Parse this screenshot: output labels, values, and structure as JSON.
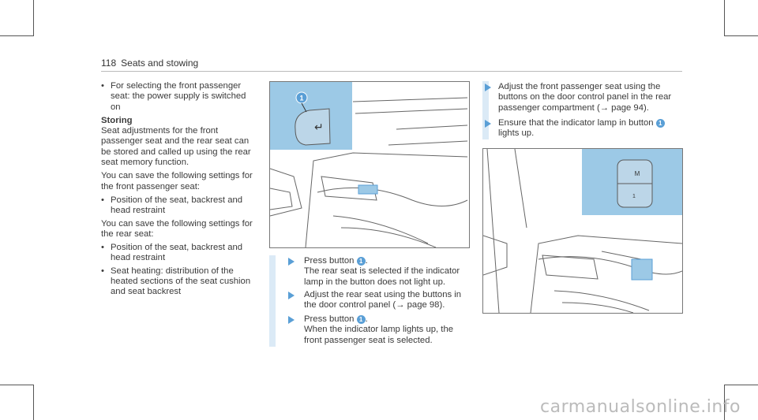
{
  "header": {
    "page_number": "118",
    "section_title": "Seats and stowing"
  },
  "left_column": {
    "intro_bullet": "For selecting the front passenger seat: the power supply is switched on",
    "heading": "Storing",
    "para1": "Seat adjustments for the front passenger seat and the rear seat can be stored and called up using the rear seat memory function.",
    "para2": "You can save the following settings for the front passenger seat:",
    "front_bullets": [
      "Position of the seat, backrest and head restraint"
    ],
    "para3": "You can save the following settings for the rear seat:",
    "rear_bullets": [
      "Position of the seat, backrest and head restraint",
      "Seat heating: distribution of the heated sections of the seat cushion and seat backrest"
    ]
  },
  "middle_column": {
    "figure_callout": "1",
    "steps": [
      {
        "pre": "Press button",
        "num": "1",
        "post": ".",
        "text": "The rear seat is selected if the indicator lamp in the button does not light up."
      },
      {
        "text": "Adjust the rear seat using the buttons in the door control panel (",
        "ref": "page 98",
        "end": ")."
      },
      {
        "pre": "Press button",
        "num": "1",
        "post": ".",
        "text": "When the indicator lamp lights up, the front passenger seat is selected."
      }
    ]
  },
  "right_column": {
    "steps": [
      {
        "text": "Adjust the front passenger seat using the buttons on the door control panel in the rear passenger compartment (",
        "ref": "page 94",
        "end": ")."
      },
      {
        "pre": "Ensure that the indicator lamp in button",
        "num": "1",
        "post": "lights up."
      }
    ],
    "figure_labels": {
      "m": "M",
      "one": "1"
    }
  },
  "watermark": "carmanualsonline.info",
  "colors": {
    "accent": "#5a9fd6",
    "step_bg": "#dbeaf6",
    "inset_bg": "#9cc9e6"
  }
}
